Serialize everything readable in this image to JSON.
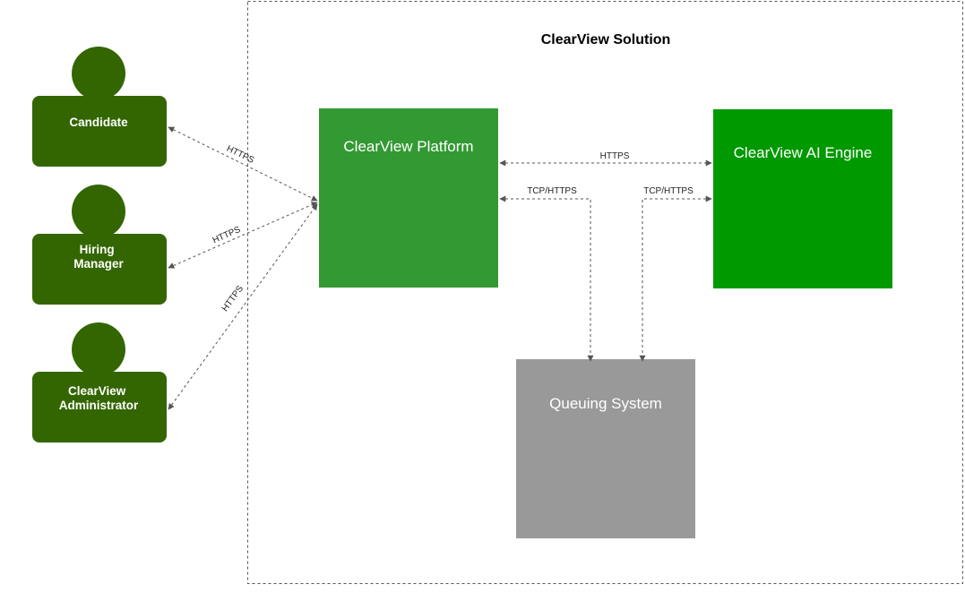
{
  "colors": {
    "actor_fill": "#336600",
    "platform_fill": "#339933",
    "ai_engine_fill": "#009900",
    "queue_fill": "#999999",
    "connector": "#555555"
  },
  "boundary": {
    "title": "ClearView Solution"
  },
  "actors": {
    "candidate": {
      "line1": "Candidate"
    },
    "hiring_manager": {
      "line1": "Hiring",
      "line2": "Manager"
    },
    "administrator": {
      "line1": "ClearView",
      "line2": "Administrator"
    }
  },
  "components": {
    "platform": {
      "title": "ClearView Platform"
    },
    "ai_engine": {
      "title": "ClearView AI Engine"
    },
    "queue": {
      "title": "Queuing System"
    }
  },
  "connections": {
    "candidate_platform": "HTTPS",
    "manager_platform": "HTTPS",
    "admin_platform": "HTTPS",
    "platform_ai": "HTTPS",
    "platform_queue": "TCP/HTTPS",
    "ai_queue": "TCP/HTTPS"
  }
}
